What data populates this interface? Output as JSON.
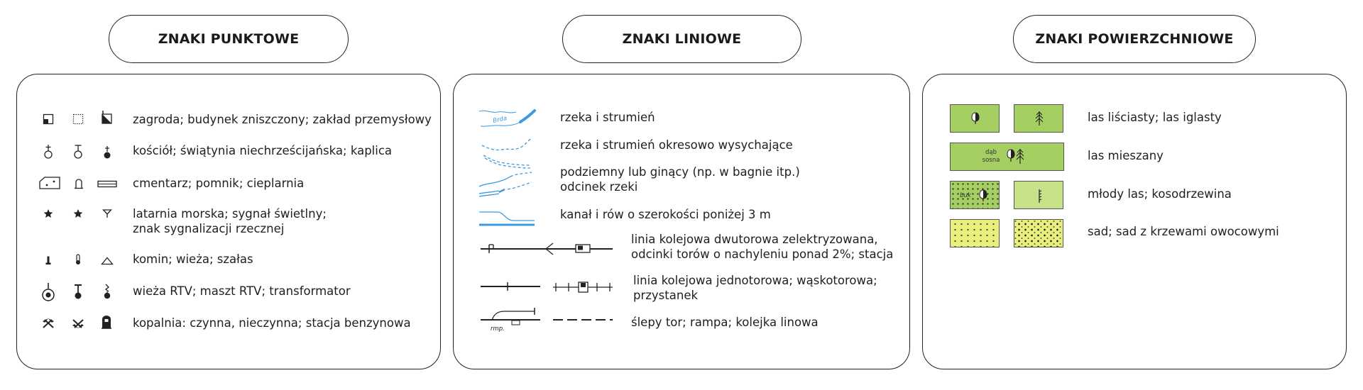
{
  "sections": {
    "point": {
      "title": "ZNAKI PUNKTOWE",
      "items": [
        {
          "label": "zagroda; budynek zniszczony; zakład przemysłowy",
          "icons": [
            "farm-building-icon",
            "destroyed-building-icon",
            "industrial-plant-icon"
          ]
        },
        {
          "label": "kościół; świątynia niechrześcijańska; kaplica",
          "icons": [
            "church-icon",
            "non-christian-temple-icon",
            "chapel-icon"
          ]
        },
        {
          "label": "cmentarz; pomnik; cieplarnia",
          "icons": [
            "cemetery-icon",
            "monument-icon",
            "greenhouse-icon"
          ]
        },
        {
          "label": "latarnia morska; sygnał świetlny;",
          "label2": "znak sygnalizacji rzecznej",
          "icons": [
            "lighthouse-icon",
            "light-signal-icon",
            "river-signal-icon"
          ]
        },
        {
          "label": "komin; wieża; szałas",
          "icons": [
            "chimney-icon",
            "tower-icon",
            "shelter-icon"
          ]
        },
        {
          "label": "wieża RTV; maszt RTV; transformator",
          "icons": [
            "rtv-tower-icon",
            "rtv-mast-icon",
            "transformer-icon"
          ]
        },
        {
          "label": "kopalnia: czynna, nieczynna; stacja benzynowa",
          "icons": [
            "active-mine-icon",
            "inactive-mine-icon",
            "gas-station-icon"
          ]
        }
      ]
    },
    "line": {
      "title": "ZNAKI LINIOWE",
      "river_name": "Brda",
      "ramp_abbr": "rmp.",
      "items": [
        {
          "label": "rzeka i strumień"
        },
        {
          "label": "rzeka i strumień okresowo wysychające"
        },
        {
          "label": "podziemny lub ginący (np. w bagnie itp.)",
          "label2": "odcinek rzeki"
        },
        {
          "label": "kanał i rów o szerokości poniżej 3 m"
        },
        {
          "label": "linia kolejowa dwutorowa zelektryzowana,",
          "label2": "odcinki torów o nachyleniu ponad 2%; stacja"
        },
        {
          "label": "linia kolejowa jednotorowa; wąskotorowa;",
          "label2": "przystanek"
        },
        {
          "label": "ślepy tor; rampa; kolejka linowa"
        }
      ]
    },
    "area": {
      "title": "ZNAKI POWIERZCHNIOWE",
      "mixed_forest_text": "dąb sosna",
      "mixed_forest_text_1": "dąb",
      "mixed_forest_text_2": "sosna",
      "young_forest_text": "buk",
      "items": [
        {
          "label": "las liściasty; las iglasty"
        },
        {
          "label": "las mieszany"
        },
        {
          "label": "młody las; kosodrzewina"
        },
        {
          "label": "sad; sad z krzewami owocowymi"
        }
      ]
    }
  },
  "colors": {
    "water": "#3a9be0",
    "forest": "#a6cf63",
    "young_forest": "#c6e38a",
    "orchard": "#e8ef7a",
    "ink": "#1a1a1a"
  }
}
